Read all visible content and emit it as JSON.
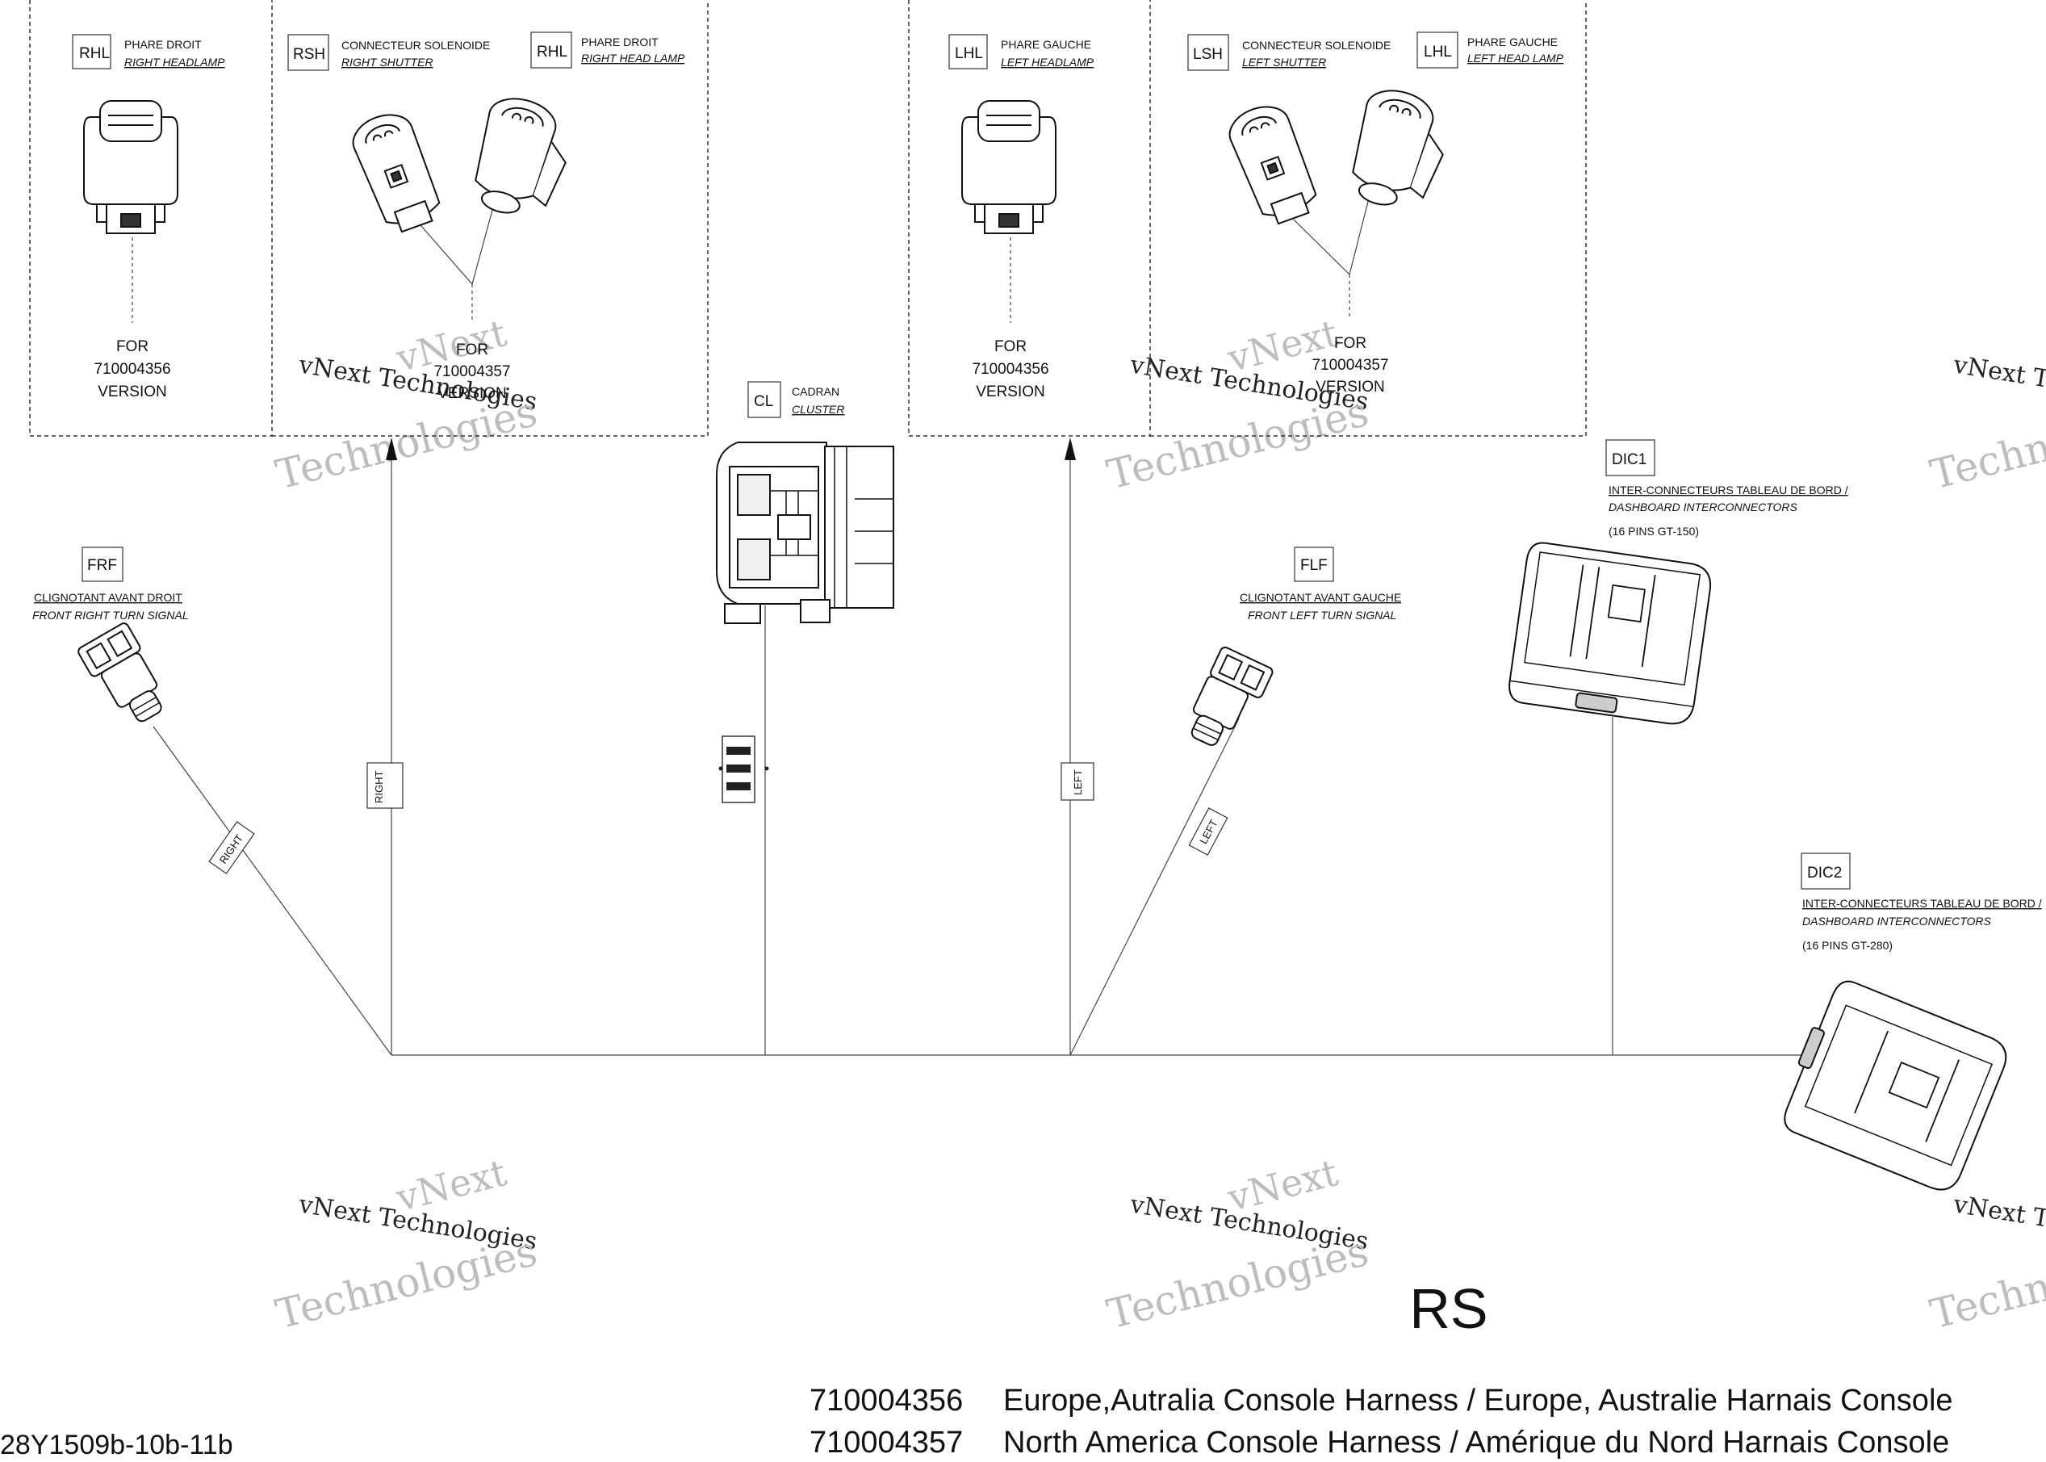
{
  "colors": {
    "ink": "#1a1a1a",
    "wire": "#444444",
    "watermark": "#bdbdbd",
    "paper": "#ffffff"
  },
  "watermark": {
    "line1": "vNext",
    "line2": "vNext Technologies",
    "line3": "Technologies"
  },
  "connectors": {
    "rhl_a": {
      "code": "RHL",
      "fr": "PHARE DROIT",
      "en": "RIGHT HEADLAMP"
    },
    "rsh": {
      "code": "RSH",
      "fr": "CONNECTEUR SOLENOIDE",
      "en": "RIGHT SHUTTER"
    },
    "rhl_b": {
      "code": "RHL",
      "fr": "PHARE DROIT",
      "en": "RIGHT HEAD LAMP"
    },
    "lhl_a": {
      "code": "LHL",
      "fr": "PHARE GAUCHE",
      "en": "LEFT HEADLAMP"
    },
    "lsh": {
      "code": "LSH",
      "fr": "CONNECTEUR SOLENOIDE",
      "en": "LEFT SHUTTER"
    },
    "lhl_b": {
      "code": "LHL",
      "fr": "PHARE GAUCHE",
      "en": "LEFT HEAD LAMP"
    },
    "cl": {
      "code": "CL",
      "fr": "CADRAN",
      "en": "CLUSTER"
    },
    "frf": {
      "code": "FRF",
      "fr": "CLIGNOTANT AVANT DROIT",
      "en": "FRONT RIGHT TURN SIGNAL"
    },
    "flf": {
      "code": "FLF",
      "fr": "CLIGNOTANT AVANT GAUCHE",
      "en": "FRONT LEFT TURN SIGNAL"
    },
    "dic1": {
      "code": "DIC1",
      "fr": "INTER-CONNECTEURS TABLEAU DE BORD /",
      "en": "DASHBOARD INTERCONNECTORS",
      "pins": "(16 PINS GT-150)"
    },
    "dic2": {
      "code": "DIC2",
      "fr": "INTER-CONNECTEURS TABLEAU DE BORD /",
      "en": "DASHBOARD INTERCONNECTORS",
      "pins": "(16 PINS GT-280)"
    }
  },
  "version_notes": {
    "v1": {
      "for": "FOR",
      "part": "710004356",
      "word": "VERSION"
    },
    "v2": {
      "for": "FOR",
      "part": "710004357",
      "word": "VERSION"
    }
  },
  "wire_tags": {
    "right": "RIGHT",
    "left": "LEFT"
  },
  "model_label": "RS",
  "harness_list": [
    {
      "part": "710004356",
      "desc": "Europe,Autralia Console Harness / Europe, Australie Harnais Console"
    },
    {
      "part": "710004357",
      "desc": "North America Console Harness / Amérique du Nord Harnais Console"
    }
  ],
  "figure_code": "28Y1509b-10b-11b"
}
